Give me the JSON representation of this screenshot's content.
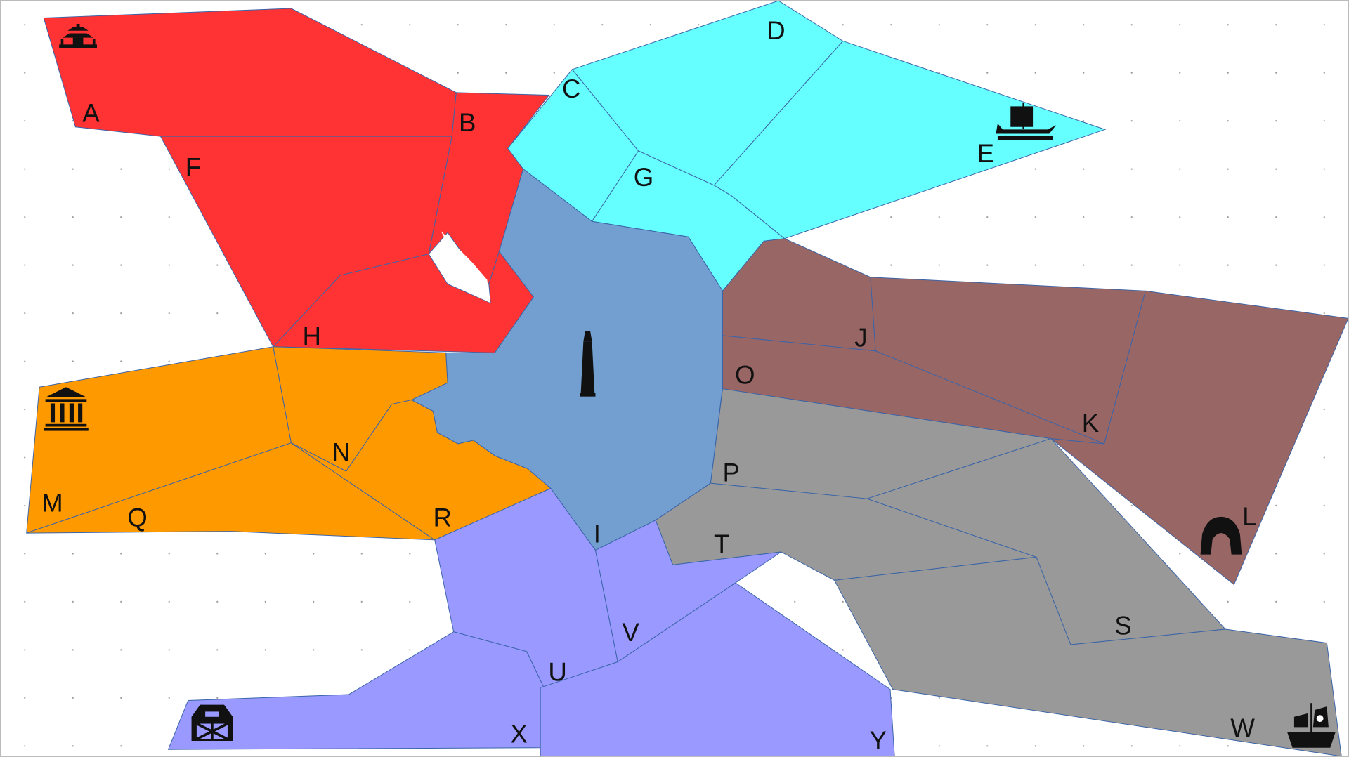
{
  "colors": {
    "red": "#ff3333",
    "cyan": "#66ffff",
    "blue": "#729fcf",
    "brown": "#996666",
    "gray": "#999999",
    "orange": "#ff9900",
    "purple": "#9999ff",
    "border": "#3a64a8"
  },
  "regions": [
    {
      "label": "A",
      "group": "red"
    },
    {
      "label": "B",
      "group": "red"
    },
    {
      "label": "F",
      "group": "red"
    },
    {
      "label": "H",
      "group": "red"
    },
    {
      "label": "C",
      "group": "cyan"
    },
    {
      "label": "D",
      "group": "cyan"
    },
    {
      "label": "E",
      "group": "cyan"
    },
    {
      "label": "G",
      "group": "cyan"
    },
    {
      "label": "I",
      "group": "blue"
    },
    {
      "label": "J",
      "group": "brown"
    },
    {
      "label": "K",
      "group": "brown"
    },
    {
      "label": "L",
      "group": "brown"
    },
    {
      "label": "O",
      "group": "brown"
    },
    {
      "label": "P",
      "group": "gray"
    },
    {
      "label": "T",
      "group": "gray"
    },
    {
      "label": "S",
      "group": "gray"
    },
    {
      "label": "W",
      "group": "gray"
    },
    {
      "label": "M",
      "group": "orange"
    },
    {
      "label": "N",
      "group": "orange"
    },
    {
      "label": "Q",
      "group": "orange"
    },
    {
      "label": "R",
      "group": "orange"
    },
    {
      "label": "U",
      "group": "purple"
    },
    {
      "label": "V",
      "group": "purple"
    },
    {
      "label": "X",
      "group": "purple"
    },
    {
      "label": "Y",
      "group": "purple"
    }
  ],
  "icons": [
    "pagoda-icon",
    "viking-ship-icon",
    "lighthouse-icon",
    "museum-icon",
    "cave-icon",
    "barn-icon",
    "pirate-ship-icon"
  ]
}
